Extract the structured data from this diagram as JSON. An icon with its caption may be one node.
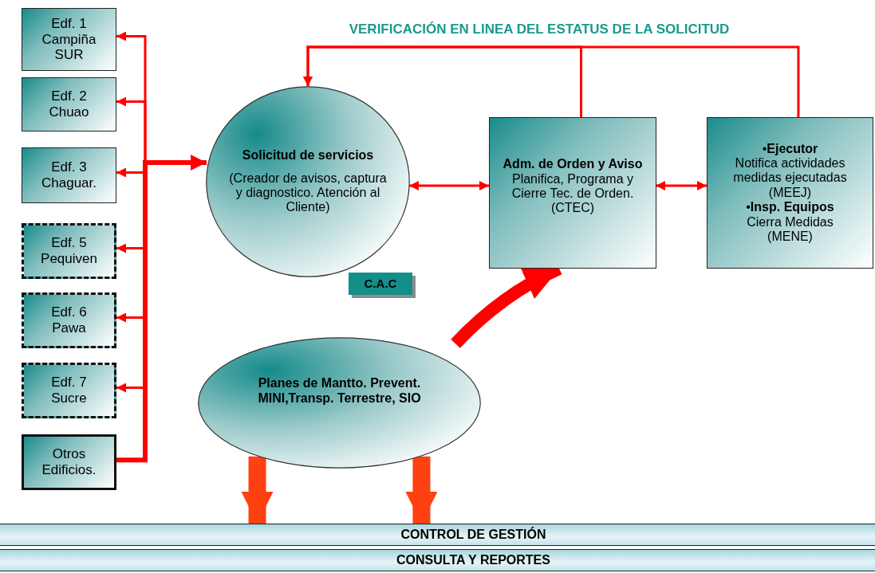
{
  "diagram": {
    "nodes": [
      {
        "text": [
          "Edf. 1 Campiña SUR"
        ]
      },
      {
        "text": [
          "Edf. 2 Chuao"
        ]
      },
      {
        "text": [
          "Edf. 3 Chaguar."
        ]
      },
      {
        "text": [
          "Edf. 5 Pequiven"
        ]
      },
      {
        "text": [
          "Edf. 6 Pawa"
        ]
      },
      {
        "text": [
          "Edf. 7 Sucre"
        ]
      },
      {
        "text": [
          "Otros Edificios."
        ]
      },
      {
        "text": [
          "Solicitud de servicios",
          "(Creador de avisos, captura y diagnostico. Atención al Cliente)"
        ]
      },
      {
        "text": [
          "C.A.C"
        ]
      },
      {
        "text": [
          "Adm. de Orden y Aviso",
          "Planifica, Programa y Cierre Tec. de Orden. (CTEC)"
        ]
      },
      {
        "text": [
          "•**Ejecutor**",
          "Notifica actividades medidas ejecutadas (MEEJ)",
          "•**Insp. Equipos**",
          "Cierra Medidas (MENE)"
        ]
      },
      {
        "text": [
          "Planes de Mantto. Prevent. MINI,Transp. Terrestre, SIO"
        ]
      },
      {
        "text": [
          "CONTROL DE GESTIÓN"
        ]
      },
      {
        "text": [
          "CONSULTA Y REPORTES"
        ]
      }
    ],
    "edges": [
      {
        "from": 6,
        "to": 0,
        "arrow": "to"
      },
      {
        "from": 6,
        "to": 1,
        "arrow": "to"
      },
      {
        "from": 6,
        "to": 2,
        "arrow": "to"
      },
      {
        "from": 6,
        "to": 3,
        "arrow": "to"
      },
      {
        "from": 6,
        "to": 4,
        "arrow": "to"
      },
      {
        "from": 6,
        "to": 5,
        "arrow": "to"
      },
      {
        "from": 6,
        "to": 7,
        "arrow": "to",
        "style": "thick"
      },
      {
        "from": 9,
        "to": 7,
        "arrow": "to"
      },
      {
        "from": 10,
        "to": 7,
        "arrow": "to"
      },
      {
        "from": 7,
        "to": 9,
        "arrow": "both"
      },
      {
        "from": 9,
        "to": 10,
        "arrow": "both"
      },
      {
        "from": 11,
        "to": 9,
        "arrow": "to",
        "style": "thick"
      },
      {
        "from": 11,
        "to": 12,
        "arrow": "to",
        "style": "thick",
        "color": "#ff4010"
      },
      {
        "from": 11,
        "to": 12,
        "arrow": "to",
        "style": "thick",
        "color": "#ff4010"
      }
    ],
    "labels": [
      "VERIFICACIÓN EN LINEA DEL ESTATUS DE LA SOLICITUD"
    ]
  }
}
